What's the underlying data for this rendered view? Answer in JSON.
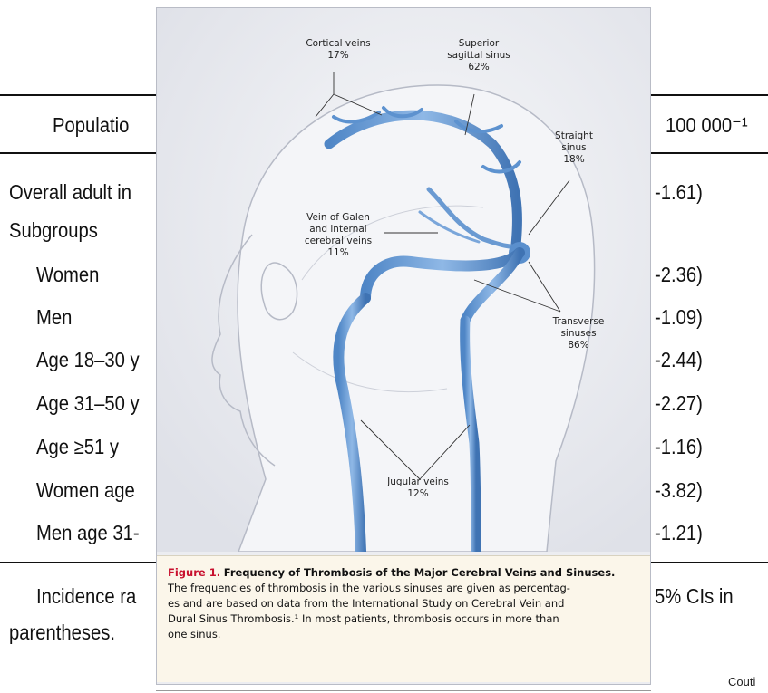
{
  "table": {
    "header_left": "Populatio",
    "header_right": "100 000⁻¹",
    "rows": [
      {
        "left": "Overall adult in",
        "right": "-1.61)"
      },
      {
        "left": "Subgroups",
        "right": ""
      },
      {
        "left": "Women",
        "right": "-2.36)"
      },
      {
        "left": "Men",
        "right": "-1.09)"
      },
      {
        "left": "Age 18–30 y",
        "right": "-2.44)"
      },
      {
        "left": "Age 31–50 y",
        "right": "-2.27)"
      },
      {
        "left": "Age ≥51 y",
        "right": "-1.16)"
      },
      {
        "left": "Women age",
        "right": "-3.82)"
      },
      {
        "left": "Men age 31-",
        "right": "-1.21)"
      }
    ],
    "footnote_left_1": "Incidence ra",
    "footnote_right_1": "5% CIs in",
    "footnote_left_2": "parentheses."
  },
  "corner_text": "Couti",
  "figure": {
    "labels": {
      "cortical_name": "Cortical veins",
      "cortical_pct": "17%",
      "superior_name_1": "Superior",
      "superior_name_2": "sagittal sinus",
      "superior_pct": "62%",
      "straight_name_1": "Straight",
      "straight_name_2": "sinus",
      "straight_pct": "18%",
      "galen_name_1": "Vein of Galen",
      "galen_name_2": "and internal",
      "galen_name_3": "cerebral veins",
      "galen_pct": "11%",
      "transverse_name_1": "Transverse",
      "transverse_name_2": "sinuses",
      "transverse_pct": "86%",
      "jugular_name": "Jugular veins",
      "jugular_pct": "12%"
    },
    "caption": {
      "figure_number": "Figure 1.",
      "title": "Frequency of Thrombosis of the Major Cerebral Veins and Sinuses.",
      "line1": "The frequencies of thrombosis in the various sinuses are given as percentag-",
      "line2": "es and are based on data from the International Study on Cerebral Vein and",
      "line3": "Dural Sinus Thrombosis.¹ In most patients, thrombosis occurs in more than",
      "line4": "one sinus."
    }
  }
}
